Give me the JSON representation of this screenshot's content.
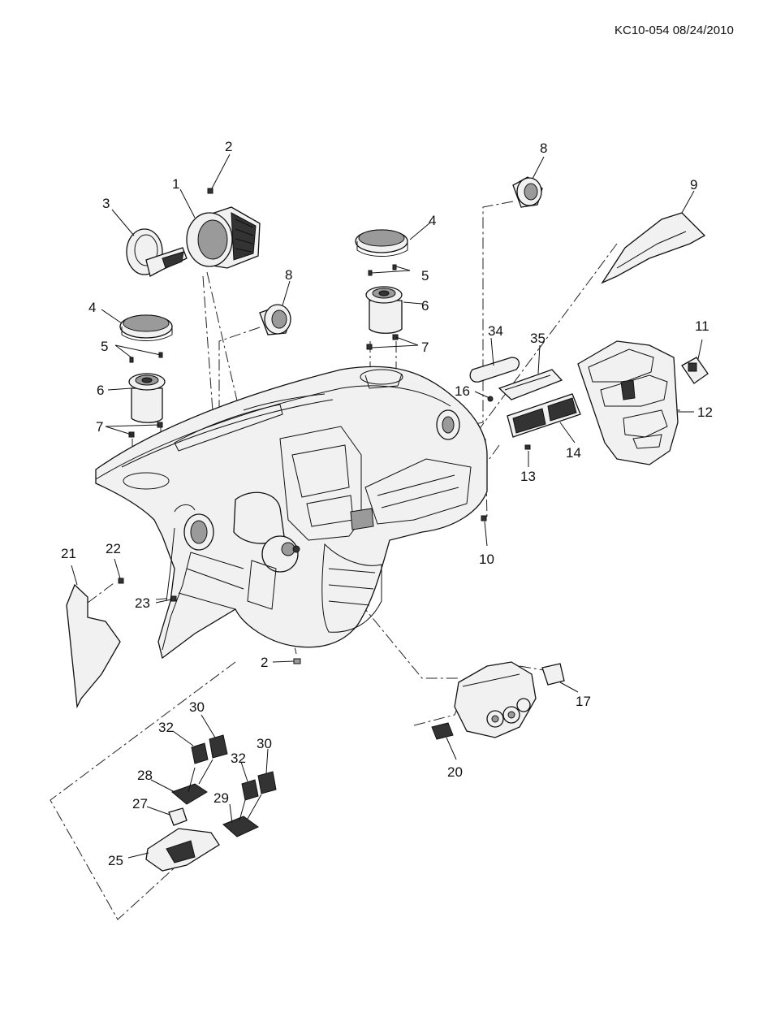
{
  "diagram_code": "KC10-054 08/24/2010",
  "callouts": [
    {
      "id": "c1",
      "text": "1"
    },
    {
      "id": "c2a",
      "text": "2"
    },
    {
      "id": "c2b",
      "text": "2"
    },
    {
      "id": "c3",
      "text": "3"
    },
    {
      "id": "c4a",
      "text": "4"
    },
    {
      "id": "c4b",
      "text": "4"
    },
    {
      "id": "c5a",
      "text": "5"
    },
    {
      "id": "c5b",
      "text": "5"
    },
    {
      "id": "c6a",
      "text": "6"
    },
    {
      "id": "c6b",
      "text": "6"
    },
    {
      "id": "c7a",
      "text": "7"
    },
    {
      "id": "c7b",
      "text": "7"
    },
    {
      "id": "c8a",
      "text": "8"
    },
    {
      "id": "c8b",
      "text": "8"
    },
    {
      "id": "c9",
      "text": "9"
    },
    {
      "id": "c10",
      "text": "10"
    },
    {
      "id": "c11",
      "text": "11"
    },
    {
      "id": "c12",
      "text": "12"
    },
    {
      "id": "c13",
      "text": "13"
    },
    {
      "id": "c14",
      "text": "14"
    },
    {
      "id": "c16",
      "text": "16"
    },
    {
      "id": "c17",
      "text": "17"
    },
    {
      "id": "c20",
      "text": "20"
    },
    {
      "id": "c21",
      "text": "21"
    },
    {
      "id": "c22",
      "text": "22"
    },
    {
      "id": "c23",
      "text": "23"
    },
    {
      "id": "c25",
      "text": "25"
    },
    {
      "id": "c27",
      "text": "27"
    },
    {
      "id": "c28",
      "text": "28"
    },
    {
      "id": "c29",
      "text": "29"
    },
    {
      "id": "c30a",
      "text": "30"
    },
    {
      "id": "c30b",
      "text": "30"
    },
    {
      "id": "c32a",
      "text": "32"
    },
    {
      "id": "c32b",
      "text": "32"
    },
    {
      "id": "c34",
      "text": "34"
    },
    {
      "id": "c35",
      "text": "35"
    }
  ]
}
